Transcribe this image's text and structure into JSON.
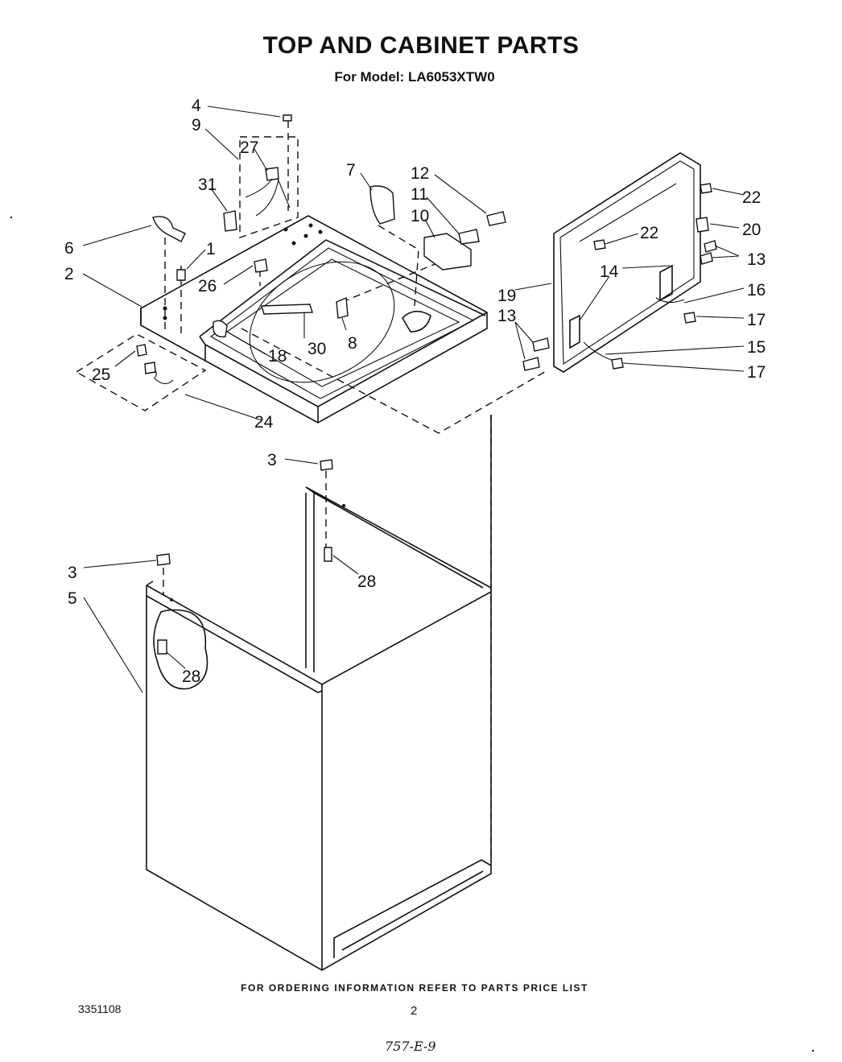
{
  "header": {
    "title": "TOP AND CABINET PARTS",
    "model": "For Model: LA6053XTW0"
  },
  "callouts": {
    "c1": "1",
    "c2": "2",
    "c3a": "3",
    "c3b": "3",
    "c4": "4",
    "c5": "5",
    "c6": "6",
    "c7": "7",
    "c8": "8",
    "c9": "9",
    "c10": "10",
    "c11": "11",
    "c12": "12",
    "c13a": "13",
    "c13b": "13",
    "c14": "14",
    "c15": "15",
    "c16": "16",
    "c17a": "17",
    "c17b": "17",
    "c18": "18",
    "c19": "19",
    "c20": "20",
    "c22a": "22",
    "c22b": "22",
    "c24": "24",
    "c25": "25",
    "c26": "26",
    "c27": "27",
    "c28a": "28",
    "c28b": "28",
    "c30": "30",
    "c31": "31"
  },
  "footer": {
    "note": "FOR ORDERING INFORMATION REFER TO PARTS PRICE LIST",
    "doc_number": "3351108",
    "page": "2",
    "handwritten": "757-E-9"
  }
}
